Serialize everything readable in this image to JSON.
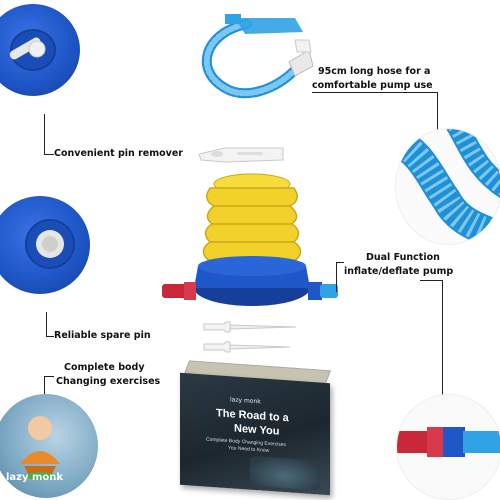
{
  "labels": {
    "hose": [
      "95cm long hose for a",
      "comfortable pump use"
    ],
    "pin_remover": "Convenient pin remover",
    "pump": [
      "Dual Function",
      "inflate/deflate pump"
    ],
    "spare_pin": "Reliable spare pin",
    "exercises": [
      "Complete body",
      "Changing exercises"
    ]
  },
  "book": {
    "brand": "lazy monk",
    "title_line1": "The Road to a",
    "title_line2": "New You",
    "subtitle_line1": "Complete Body Changing Exercises",
    "subtitle_line2": "You Need to Know"
  },
  "badge": {
    "brand": "lazy monk"
  },
  "colors": {
    "cap_blue": "#1f56c8",
    "hose_blue": "#2fa3e6",
    "bellows_yellow": "#f2d22a",
    "nozzle_red": "#c8283a",
    "monk_orange": "#e88a2a"
  }
}
